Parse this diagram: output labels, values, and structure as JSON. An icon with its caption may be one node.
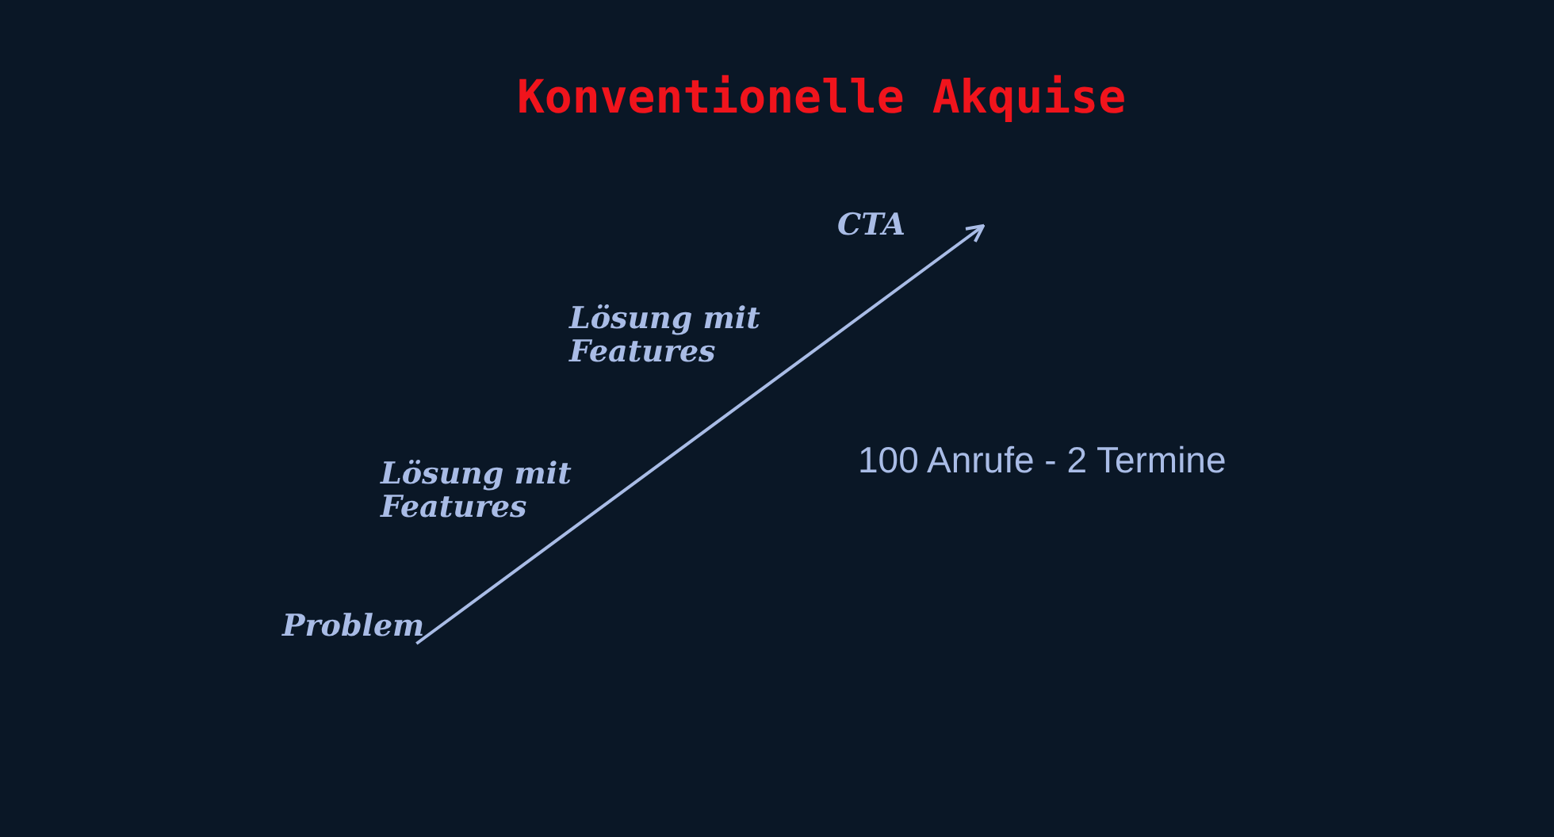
{
  "diagram": {
    "title": "Konventionelle Akquise",
    "nodes": [
      {
        "text": [
          "Problem"
        ]
      },
      {
        "text": [
          "CTA"
        ]
      }
    ],
    "edges": [
      {
        "from": 0,
        "to": 1,
        "arrow": "to"
      }
    ],
    "labels": [
      "Lösung mit Features",
      "Lösung mit Features",
      "100 Anrufe - 2 Termine"
    ]
  }
}
